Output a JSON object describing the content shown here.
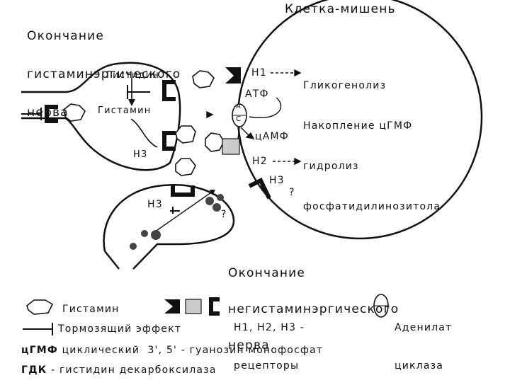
{
  "titles": {
    "histaminergic_ending": [
      "Окончание",
      "гистаминэргического",
      "нерва"
    ],
    "target_cell": "Клетка-мишень",
    "nonhistaminergic_ending": [
      "Окончание",
      "негистаминэргического",
      "нерва"
    ]
  },
  "nerve_ending": {
    "histidine": "Гистидин",
    "histamine": "Гистамин",
    "h3_label": "Н3"
  },
  "target": {
    "h1": "Н1",
    "atp": "АТФ",
    "camp": "цАМФ",
    "h2": "Н2",
    "h3": "Н3",
    "question": "?",
    "ac_top": "A",
    "ac_bottom": "C",
    "effects": [
      "Гликогенолиз",
      "Накопление цГМФ",
      "гидролиз",
      "фосфатидилинозитола"
    ]
  },
  "second_ending": {
    "h3": "Н3",
    "question": "?"
  },
  "legend": {
    "histamine": "Гистамин",
    "receptors": [
      "Н1, Н2, Н3 -",
      "рецепторы"
    ],
    "adenylate": [
      "Аденилат",
      "циклаза"
    ],
    "inhibitory": "Тормозящий эффект",
    "cgmp_abbr": "цГМФ",
    "cgmp_text": " циклический  3', 5' - гуанозин монофосфат",
    "gdk_abbr": "ГДК",
    "gdk_text": " - гистидин декарбоксилаза"
  }
}
